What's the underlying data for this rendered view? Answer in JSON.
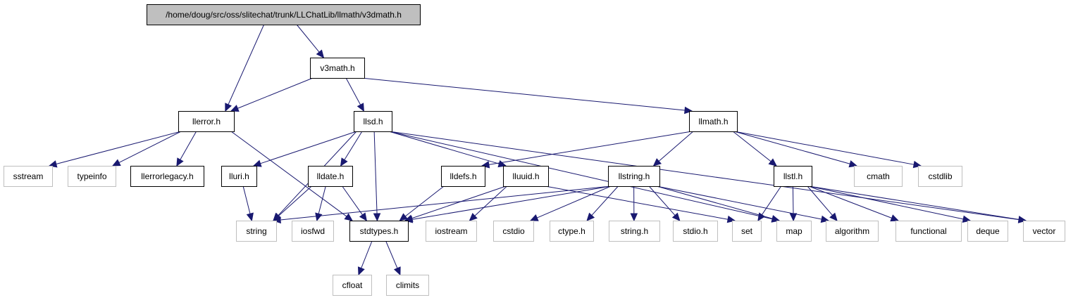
{
  "diagram": {
    "type": "include-dependency-graph",
    "colors": {
      "edge": "#191970",
      "root_fill": "#bfbfbf",
      "internal_border": "#000000",
      "external_border": "#bfbfbf",
      "background": "#ffffff"
    },
    "nodes": [
      {
        "id": "v3dmath",
        "label": "/home/doug/src/oss/slitechat/trunk/LLChatLib/llmath/v3dmath.h",
        "kind": "root"
      },
      {
        "id": "v3math",
        "label": "v3math.h",
        "kind": "internal"
      },
      {
        "id": "llerror",
        "label": "llerror.h",
        "kind": "internal"
      },
      {
        "id": "llsd",
        "label": "llsd.h",
        "kind": "internal"
      },
      {
        "id": "llmath",
        "label": "llmath.h",
        "kind": "internal"
      },
      {
        "id": "sstream",
        "label": "sstream",
        "kind": "external"
      },
      {
        "id": "typeinfo",
        "label": "typeinfo",
        "kind": "external"
      },
      {
        "id": "llerrorlegacy",
        "label": "llerrorlegacy.h",
        "kind": "internal"
      },
      {
        "id": "lluri",
        "label": "lluri.h",
        "kind": "internal"
      },
      {
        "id": "lldate",
        "label": "lldate.h",
        "kind": "internal"
      },
      {
        "id": "lldefs",
        "label": "lldefs.h",
        "kind": "internal"
      },
      {
        "id": "lluuid",
        "label": "lluuid.h",
        "kind": "internal"
      },
      {
        "id": "llstring",
        "label": "llstring.h",
        "kind": "internal"
      },
      {
        "id": "llstl",
        "label": "llstl.h",
        "kind": "internal"
      },
      {
        "id": "cmath",
        "label": "cmath",
        "kind": "external"
      },
      {
        "id": "cstdlib",
        "label": "cstdlib",
        "kind": "external"
      },
      {
        "id": "string",
        "label": "string",
        "kind": "external"
      },
      {
        "id": "iosfwd",
        "label": "iosfwd",
        "kind": "external"
      },
      {
        "id": "stdtypes",
        "label": "stdtypes.h",
        "kind": "internal"
      },
      {
        "id": "iostream",
        "label": "iostream",
        "kind": "external"
      },
      {
        "id": "cstdio",
        "label": "cstdio",
        "kind": "external"
      },
      {
        "id": "ctype",
        "label": "ctype.h",
        "kind": "external"
      },
      {
        "id": "stringh",
        "label": "string.h",
        "kind": "external"
      },
      {
        "id": "stdio",
        "label": "stdio.h",
        "kind": "external"
      },
      {
        "id": "set",
        "label": "set",
        "kind": "external"
      },
      {
        "id": "map",
        "label": "map",
        "kind": "external"
      },
      {
        "id": "algorithm",
        "label": "algorithm",
        "kind": "external"
      },
      {
        "id": "functional",
        "label": "functional",
        "kind": "external"
      },
      {
        "id": "deque",
        "label": "deque",
        "kind": "external"
      },
      {
        "id": "vector",
        "label": "vector",
        "kind": "external"
      },
      {
        "id": "cfloat",
        "label": "cfloat",
        "kind": "external"
      },
      {
        "id": "climits",
        "label": "climits",
        "kind": "external"
      }
    ],
    "edges": [
      {
        "from": "v3dmath",
        "to": "v3math"
      },
      {
        "from": "v3dmath",
        "to": "llerror"
      },
      {
        "from": "v3math",
        "to": "llerror"
      },
      {
        "from": "v3math",
        "to": "llsd"
      },
      {
        "from": "v3math",
        "to": "llmath"
      },
      {
        "from": "llerror",
        "to": "sstream"
      },
      {
        "from": "llerror",
        "to": "typeinfo"
      },
      {
        "from": "llerror",
        "to": "llerrorlegacy"
      },
      {
        "from": "llerror",
        "to": "stdtypes"
      },
      {
        "from": "llsd",
        "to": "lluri"
      },
      {
        "from": "llsd",
        "to": "string"
      },
      {
        "from": "llsd",
        "to": "lldate"
      },
      {
        "from": "llsd",
        "to": "stdtypes"
      },
      {
        "from": "llsd",
        "to": "lluuid"
      },
      {
        "from": "llsd",
        "to": "map"
      },
      {
        "from": "llsd",
        "to": "vector"
      },
      {
        "from": "llmath",
        "to": "lldefs"
      },
      {
        "from": "llmath",
        "to": "llstring"
      },
      {
        "from": "llmath",
        "to": "llstl"
      },
      {
        "from": "llmath",
        "to": "cmath"
      },
      {
        "from": "llmath",
        "to": "cstdlib"
      },
      {
        "from": "lluri",
        "to": "string"
      },
      {
        "from": "lldate",
        "to": "string"
      },
      {
        "from": "lldate",
        "to": "iosfwd"
      },
      {
        "from": "lldate",
        "to": "stdtypes"
      },
      {
        "from": "lldefs",
        "to": "stdtypes"
      },
      {
        "from": "lluuid",
        "to": "stdtypes"
      },
      {
        "from": "lluuid",
        "to": "iostream"
      },
      {
        "from": "lluuid",
        "to": "set"
      },
      {
        "from": "llstring",
        "to": "string"
      },
      {
        "from": "llstring",
        "to": "stdtypes"
      },
      {
        "from": "llstring",
        "to": "cstdio"
      },
      {
        "from": "llstring",
        "to": "ctype"
      },
      {
        "from": "llstring",
        "to": "stringh"
      },
      {
        "from": "llstring",
        "to": "stdio"
      },
      {
        "from": "llstring",
        "to": "map"
      },
      {
        "from": "llstring",
        "to": "algorithm"
      },
      {
        "from": "llstl",
        "to": "set"
      },
      {
        "from": "llstl",
        "to": "map"
      },
      {
        "from": "llstl",
        "to": "algorithm"
      },
      {
        "from": "llstl",
        "to": "functional"
      },
      {
        "from": "llstl",
        "to": "deque"
      },
      {
        "from": "llstl",
        "to": "vector"
      },
      {
        "from": "stdtypes",
        "to": "cfloat"
      },
      {
        "from": "stdtypes",
        "to": "climits"
      }
    ]
  }
}
